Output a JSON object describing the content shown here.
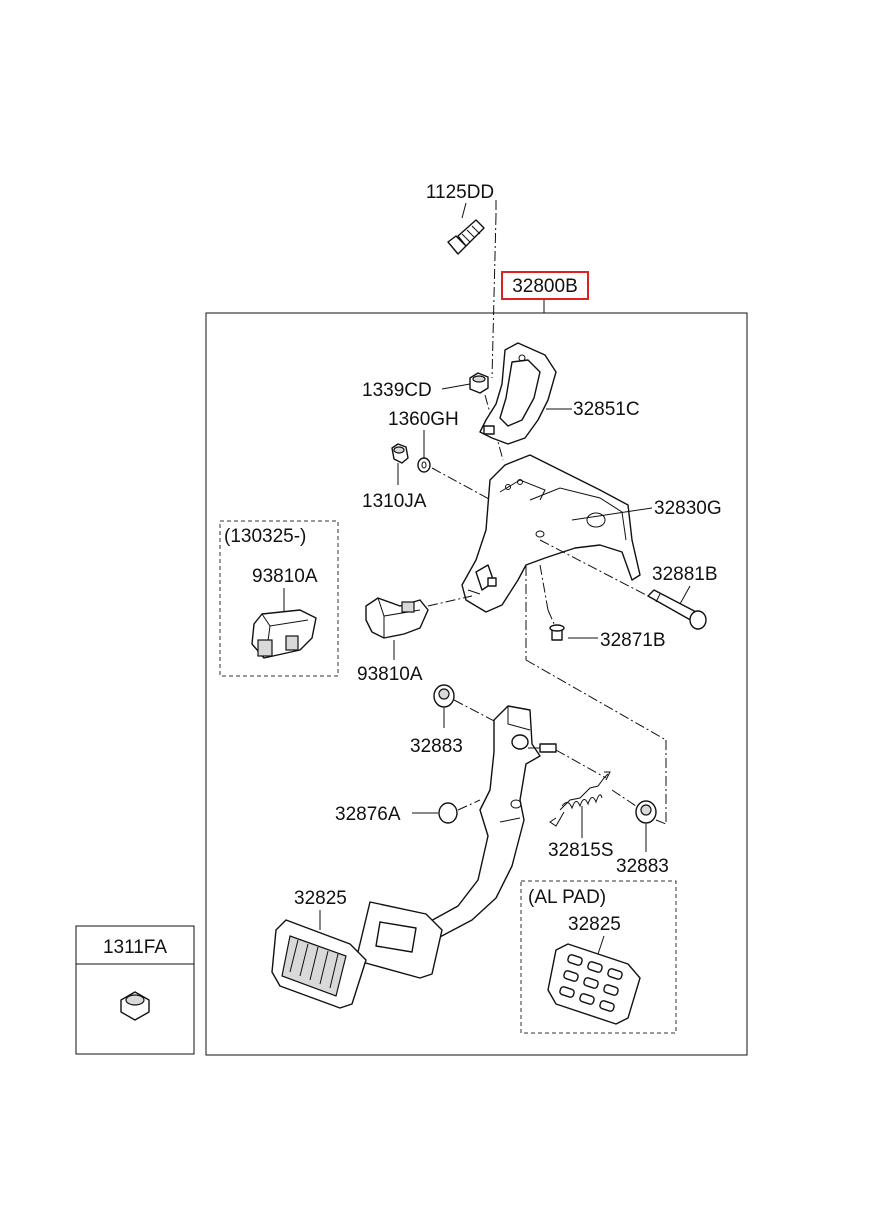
{
  "labels": {
    "p1125DD": "1125DD",
    "p32800B": "32800B",
    "p1339CD": "1339CD",
    "p1360GH": "1360GH",
    "p32851C": "32851C",
    "p1310JA": "1310JA",
    "p32830G": "32830G",
    "p130325": "(130325-)",
    "p93810A_top": "93810A",
    "p32881B": "32881B",
    "p32871B": "32871B",
    "p93810A_bottom": "93810A",
    "p32883_left": "32883",
    "p32876A": "32876A",
    "p32815S": "32815S",
    "p32883_right": "32883",
    "p32825_left": "32825",
    "pALPAD": "(AL PAD)",
    "p32825_right": "32825",
    "p1311FA": "1311FA"
  },
  "colors": {
    "highlight": "#e02020",
    "line": "#111111"
  },
  "icons": [
    "bolt-icon",
    "nut-icon",
    "washer-icon",
    "switch-icon",
    "spring-icon",
    "pin-icon",
    "bushing-icon",
    "pedal-pad-icon",
    "bracket-icon",
    "pedal-arm-icon"
  ]
}
